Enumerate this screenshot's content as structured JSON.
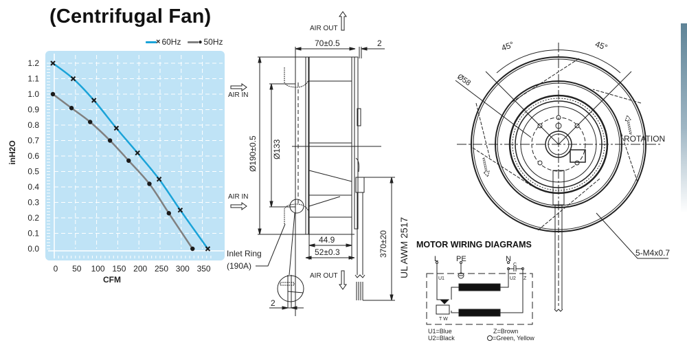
{
  "title": "(Centrifugal Fan)",
  "colors": {
    "panel_bg": "#bfe3f6",
    "grid": "#ffffff",
    "series_60hz": "#1aa3d8",
    "series_50hz": "#808080",
    "marker": "#1a1a1a",
    "drawing_line": "#222222"
  },
  "chart_data": {
    "type": "line",
    "title": "(Centrifugal Fan)",
    "xlabel": "CFM",
    "ylabel": "inH2O",
    "xlim": [
      0,
      375
    ],
    "ylim": [
      0,
      1.25
    ],
    "xticks": [
      0,
      50,
      100,
      150,
      200,
      250,
      300,
      350
    ],
    "yticks": [
      0.0,
      0.1,
      0.2,
      0.3,
      0.4,
      0.5,
      0.6,
      0.7,
      0.8,
      0.9,
      1.0,
      1.1,
      1.2
    ],
    "xtick_labels": [
      "0",
      "50",
      "100",
      "150",
      "200",
      "250",
      "300",
      "350"
    ],
    "ytick_labels": [
      "0.0",
      "0.1",
      "0.2",
      "0.3",
      "0.4",
      "0.5",
      "0.6",
      "0.7",
      "0.8",
      "0.9",
      "1.0",
      "1.1",
      "1.2"
    ],
    "grid": true,
    "legend_position": "top-right",
    "series": [
      {
        "name": "60Hz",
        "marker": "x",
        "x": [
          0,
          48,
          97,
          150,
          200,
          251,
          301,
          366
        ],
        "y": [
          1.2,
          1.1,
          0.96,
          0.78,
          0.62,
          0.45,
          0.25,
          0.0
        ]
      },
      {
        "name": "50Hz",
        "marker": "dot",
        "x": [
          0,
          44,
          88,
          135,
          179,
          228,
          274,
          330
        ],
        "y": [
          1.0,
          0.91,
          0.82,
          0.7,
          0.57,
          0.42,
          0.23,
          0.0
        ]
      }
    ]
  },
  "side_view": {
    "air_out_top": "AIR OUT",
    "air_out_bottom": "AIR OUT",
    "air_in_top": "AIR IN",
    "air_in_bottom": "AIR IN",
    "dim_width": "70±0.5",
    "dim_plate": "2",
    "dim_outer_dia": "Ø190±0.5",
    "dim_inlet_dia": "Ø133",
    "dim_449": "44.9",
    "dim_52": "52±0.3",
    "dim_cable_len": "370±20",
    "cable_spec": "UL AWM 2517",
    "inlet_ring_line1": "Inlet Ring",
    "inlet_ring_line2": "(190A)",
    "detail_dim": "2"
  },
  "front_view": {
    "angle_left": "45°",
    "angle_right": "45°",
    "bolt_circle": "Ø58",
    "rotation_label": "ROTATION",
    "screw_label": "5-M4x0.7"
  },
  "wiring": {
    "heading": "MOTOR WIRING DIAGRAMS",
    "terminal_l": "L",
    "terminal_pe": "PE",
    "terminal_n": "N",
    "capacitor": "C",
    "u1": "U1",
    "u2": "U2",
    "z": "Z",
    "tw": "T W",
    "legend_u1": "U1=Blue",
    "legend_u2": "U2=Black",
    "legend_z": "Z=Brown",
    "legend_ground": "=Green, Yellow"
  }
}
